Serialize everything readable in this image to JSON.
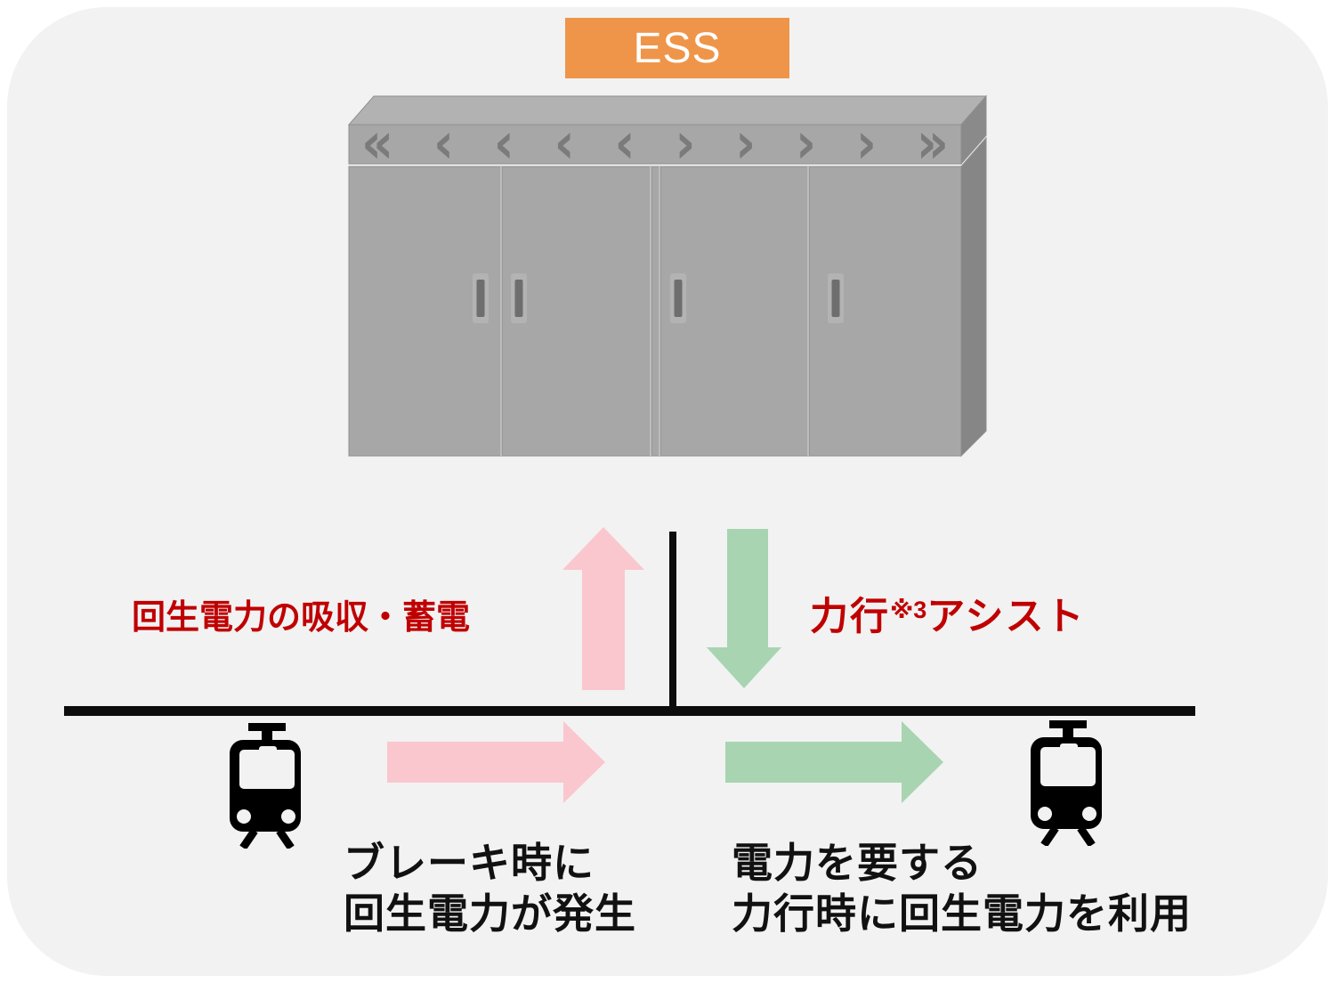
{
  "ess": {
    "label": "ESS"
  },
  "cabinet": {
    "chevrons": [
      "«",
      "‹",
      "‹",
      "‹",
      "‹",
      "›",
      "›",
      "›",
      "›",
      "»"
    ]
  },
  "flows": {
    "store_label": "回生電力の吸収・蓄電",
    "assist_main": "力行",
    "assist_sup": "※3",
    "assist_rest": "アシスト"
  },
  "captions": {
    "brake_line1": "ブレーキ時に",
    "brake_line2": "回生電力が発生",
    "power_line1": "電力を要する",
    "power_line2": "力行時に回生電力を利用"
  },
  "colors": {
    "panel_bg": "#f2f2f2",
    "ess_orange": "#ef9549",
    "label_red": "#c00000",
    "arrow_pink": "#fac7ce",
    "arrow_green": "#a8d4b1",
    "line_black": "#0d0d0d",
    "cabinet_front": "#a7a7a7",
    "cabinet_side": "#868686",
    "cabinet_top": "#b2b2b2"
  },
  "icons": {
    "train": "train-front-icon",
    "chevron_left": "‹",
    "chevron_right": "›",
    "up_arrow": "block-arrow-up",
    "down_arrow": "block-arrow-down",
    "right_arrow": "block-arrow-right"
  }
}
